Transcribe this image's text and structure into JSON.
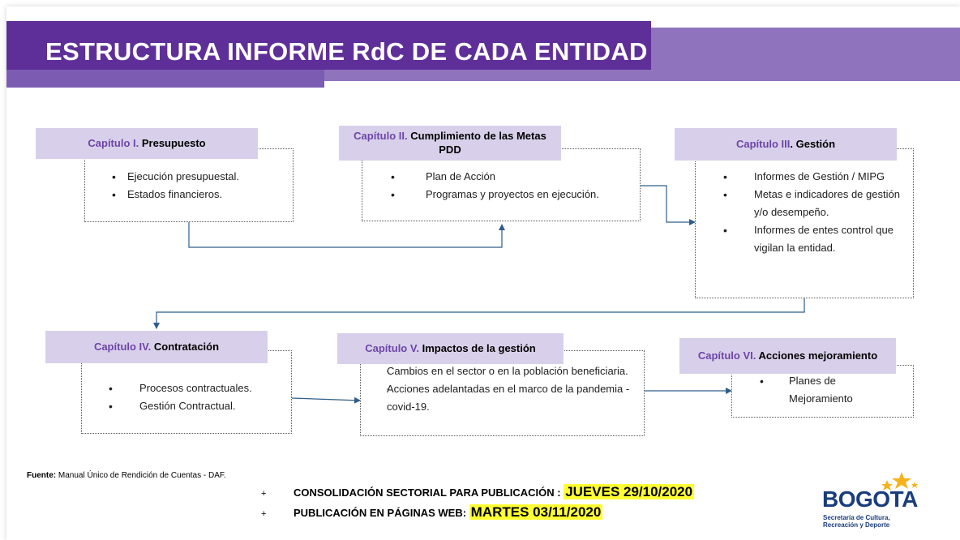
{
  "title": "ESTRUCTURA INFORME RdC DE CADA ENTIDAD",
  "chapters": [
    {
      "num": "Capítulo I.",
      "name": "Presupuesto",
      "items": [
        "Ejecución presupuestal.",
        "Estados financieros."
      ]
    },
    {
      "num": "Capítulo II.",
      "name": "Cumplimiento de las Metas PDD",
      "items": [
        "Plan de Acción",
        "Programas y proyectos en ejecución."
      ]
    },
    {
      "num": "Capítulo III",
      "name": ". Gestión",
      "items": [
        "Informes de Gestión / MIPG",
        "Metas e indicadores de gestión y/o desempeño.",
        "Informes de entes control que vigilan la entidad."
      ]
    },
    {
      "num": "Capítulo IV.",
      "name": "Contratación",
      "items": [
        "Procesos contractuales.",
        "Gestión Contractual."
      ]
    },
    {
      "num": "Capítulo V.",
      "name": "Impactos de la gestión",
      "items": [
        "Cambios en el sector o en la población beneficiaria.",
        "Acciones adelantadas en el marco de la pandemia -covid-19."
      ]
    },
    {
      "num": "Capítulo VI.",
      "name": "Acciones mejoramiento",
      "items": [
        "Planes de Mejoramiento"
      ]
    }
  ],
  "bullets": {
    "dot": "•",
    "small_dot": "·",
    "plus": "+"
  },
  "fuente": {
    "label": "Fuente:",
    "text": "Manual Único de Rendición de Cuentas - DAF."
  },
  "publication": [
    {
      "text": "CONSOLIDACIÓN SECTORIAL PARA PUBLICACIÓN : ",
      "highlight": "JUEVES 29/10/2020"
    },
    {
      "text": "PUBLICACIÓN EN PÁGINAS WEB:  ",
      "highlight": "MARTES 03/11/2020"
    }
  ],
  "logo": {
    "name": "BOGOTA",
    "subtitle": [
      "Secretaría de Cultura,",
      "Recreación y Deporte"
    ]
  },
  "colors": {
    "band_dark": "#5f2f99",
    "band_light": "#8f74bd",
    "header_fill": "#d8d0ea",
    "chapter_num": "#6d45a8",
    "arrow": "#2e5d8a",
    "highlight": "#ffff33",
    "logo": "#1a3d7c",
    "star": "#f5b21b"
  }
}
